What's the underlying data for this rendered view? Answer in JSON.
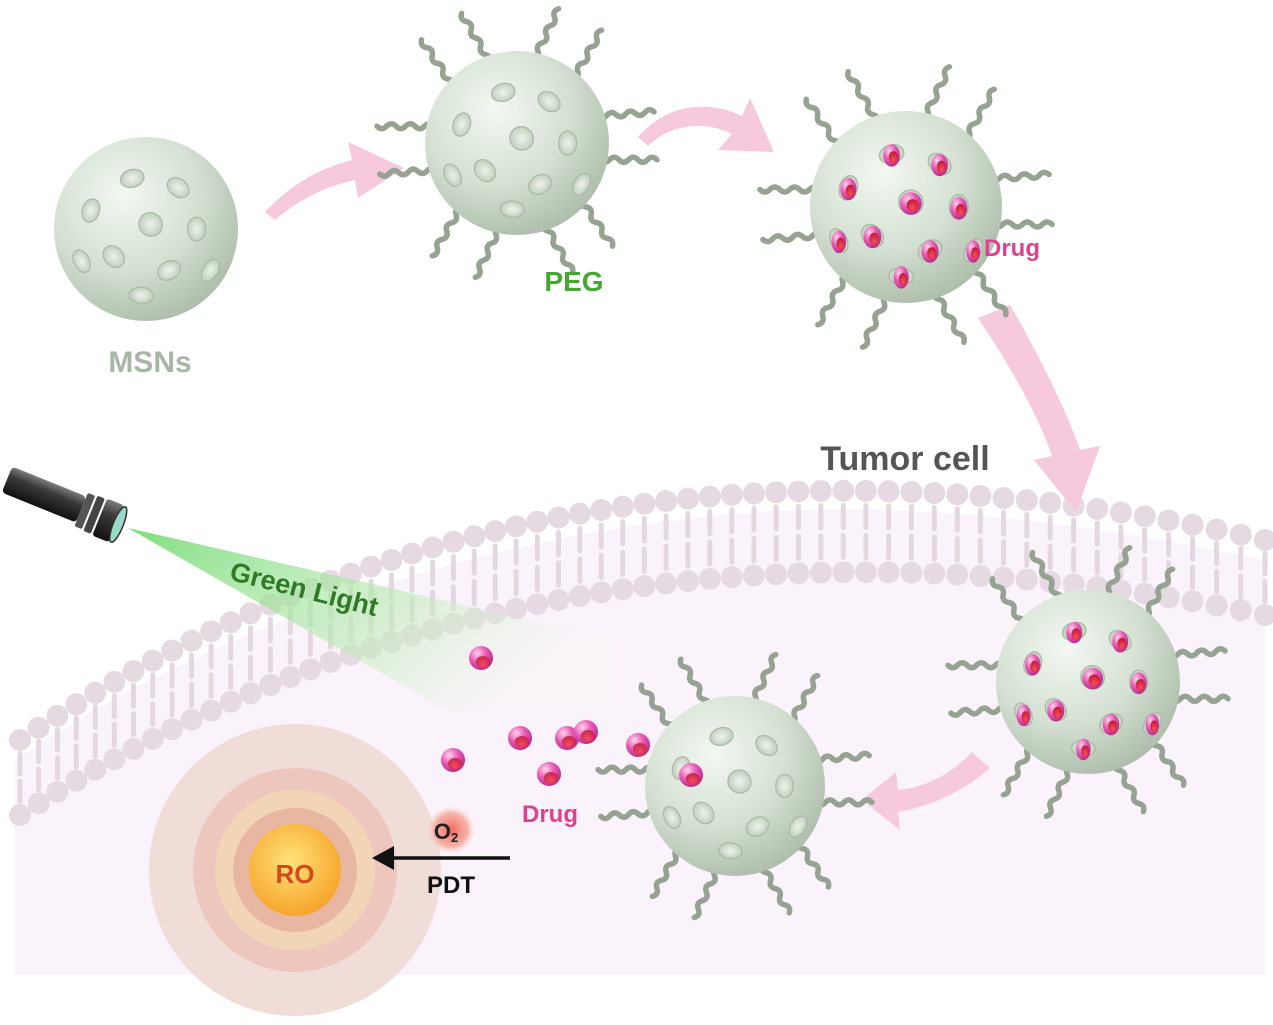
{
  "labels": {
    "msns": "MSNs",
    "peg": "PEG",
    "drug_loaded": "Drug",
    "tumor_cell": "Tumor cell",
    "green_light": "Green Light",
    "drug_released": "Drug",
    "oxygen": "O",
    "oxygen_subscript": "2",
    "pdt": "PDT",
    "ro": "RO"
  },
  "colors": {
    "msns_label": "#a9b5a6",
    "peg_label": "#45a832",
    "drug_label": "#e0418f",
    "tumor_label": "#555555",
    "green_light_label": "#2f7a25",
    "pdt_label": "#111111",
    "ro_label": "#d24a1c",
    "particle_body": "#cfdccd",
    "peg_chain": "#97a392",
    "flow_arrow": "#f7c7d9",
    "membrane": "#e6dbe3",
    "cytoplasm": "#fbf4fb"
  },
  "icons": {
    "light_source": "flashlight-icon",
    "oxygen": "oxygen-molecule-icon",
    "reactive_oxygen": "reactive-oxygen-burst-icon"
  }
}
